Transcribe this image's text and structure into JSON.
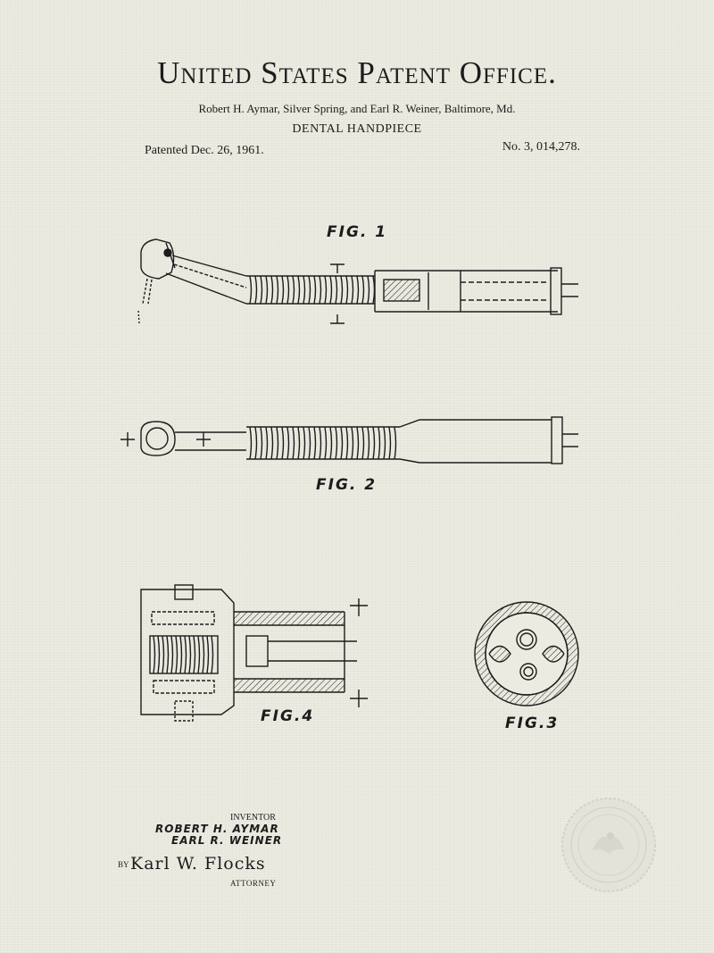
{
  "header": {
    "title": "United States Patent Office.",
    "inventors_line": "Robert H. Aymar, Silver Spring, and Earl R. Weiner, Baltimore, Md.",
    "subject": "DENTAL HANDPIECE",
    "patented": "Patented Dec. 26, 1961.",
    "number": "No. 3, 014,278."
  },
  "figures": {
    "fig1": "FIG. 1",
    "fig2": "FIG. 2",
    "fig3": "FIG.3",
    "fig4": "FIG.4"
  },
  "signature": {
    "inventor_label": "INVENTOR",
    "inventor1": "ROBERT H. AYMAR",
    "inventor2": "EARL R. WEINER",
    "by": "BY",
    "attorney_name": "Karl W. Flocks",
    "attorney_label": "ATTORNEY"
  },
  "seal": {
    "icon": "eagle-seal-icon"
  },
  "colors": {
    "paper": "#ecebe1",
    "ink": "#1c1c1c"
  }
}
